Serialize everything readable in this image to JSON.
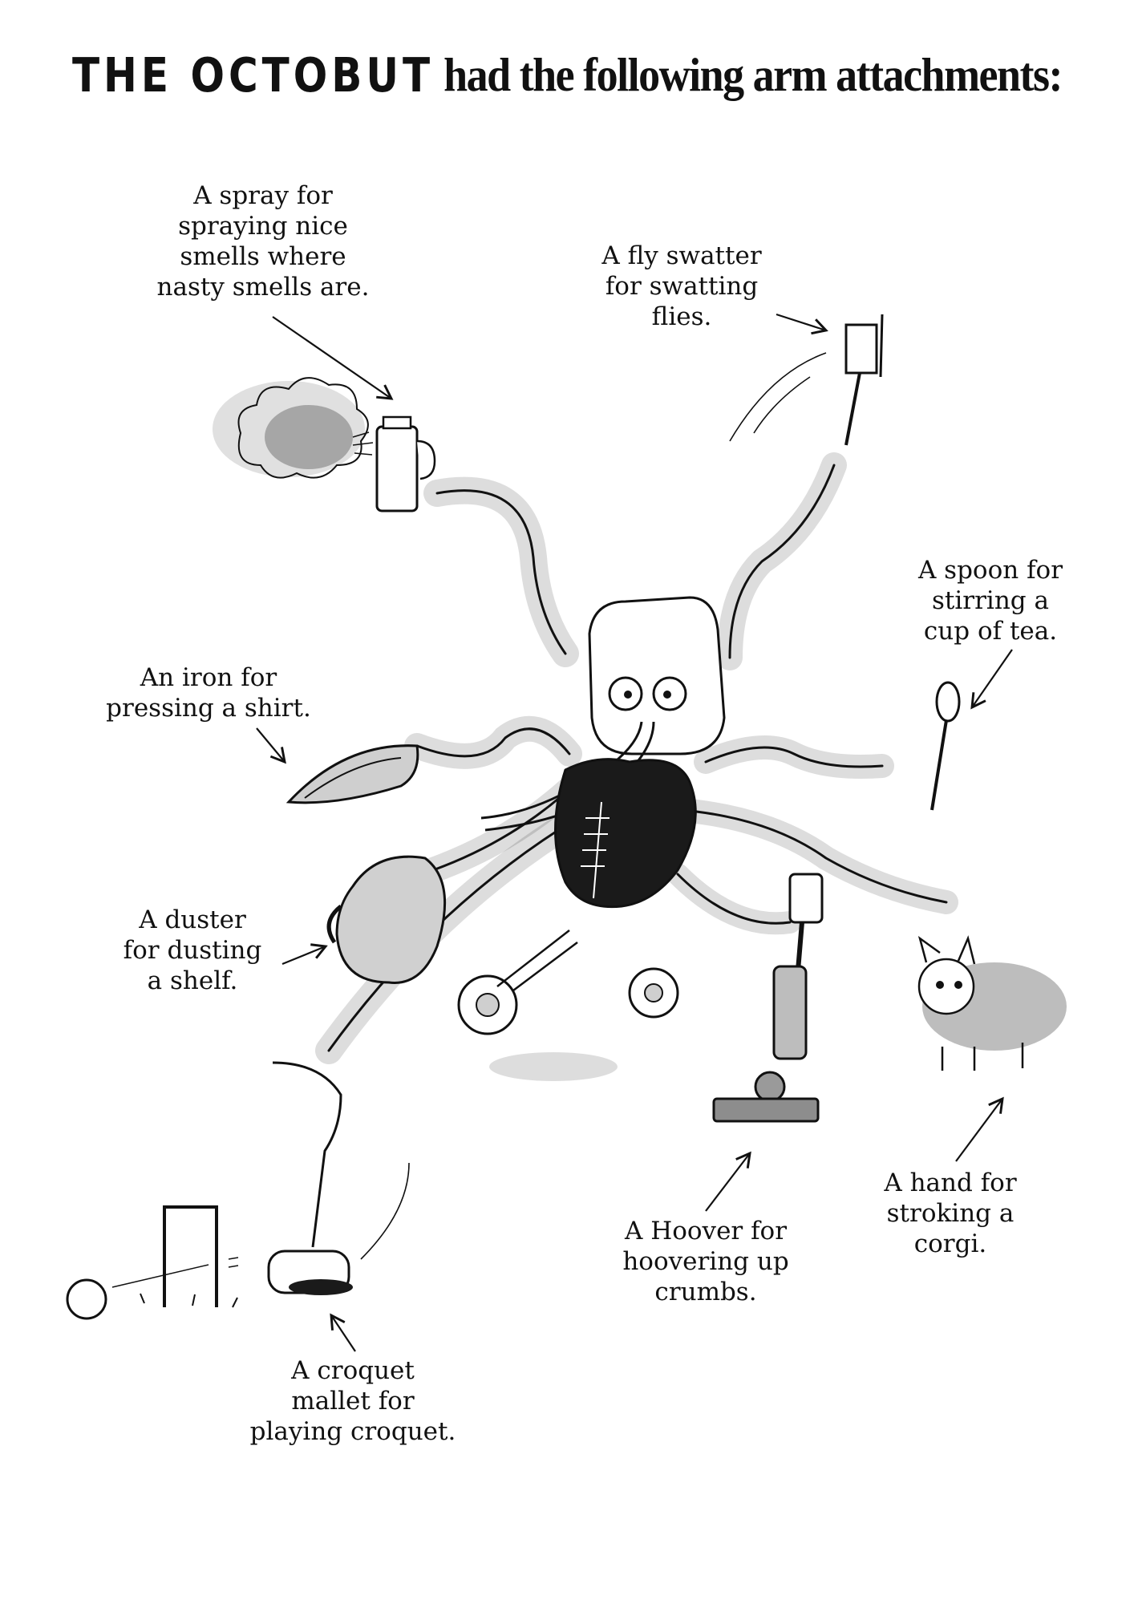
{
  "title": {
    "hand_lettered": "THE OCTOBUT",
    "rest": "had the following arm attachments:"
  },
  "labels": {
    "spray": "A spray for\nspraying nice\nsmells where\nnasty smells are.",
    "swatter": "A fly swatter\nfor swatting\nflies.",
    "spoon": "A spoon for\nstirring a\ncup of tea.",
    "iron": "An iron for\npressing a shirt.",
    "duster": "A duster\nfor dusting\na shelf.",
    "hand": "A hand for\nstroking a\ncorgi.",
    "hoover": "A Hoover for\nhoovering up\ncrumbs.",
    "croquet": "A croquet\nmallet for\nplaying croquet."
  },
  "colors": {
    "ink": "#111111",
    "shade_dark": "#1a1a1a",
    "shade_mid": "#9a9a9a",
    "shade_light": "#cfcfcf",
    "paper": "#ffffff"
  }
}
